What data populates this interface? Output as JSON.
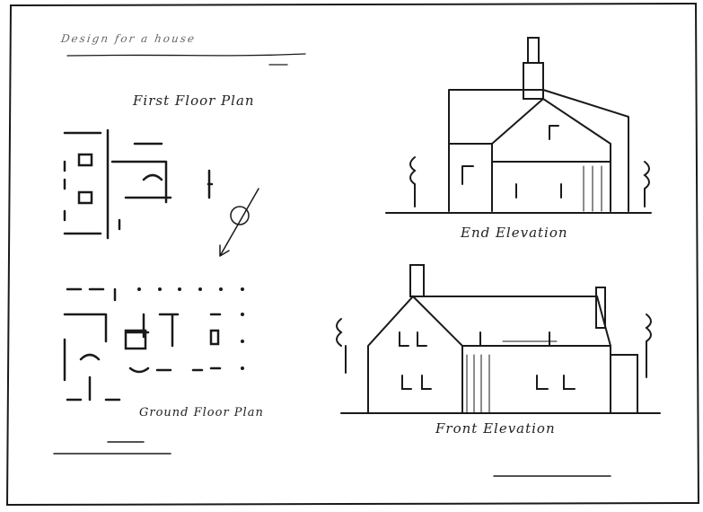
{
  "sheet": {
    "title_scribble": "Design for a house",
    "labels": {
      "first_floor": "First Floor Plan",
      "end_elevation": "End Elevation",
      "ground_floor": "Ground Floor Plan",
      "front_elevation": "Front Elevation"
    },
    "ink_color": "#1a1a1a",
    "paper_color": "#ffffff"
  }
}
